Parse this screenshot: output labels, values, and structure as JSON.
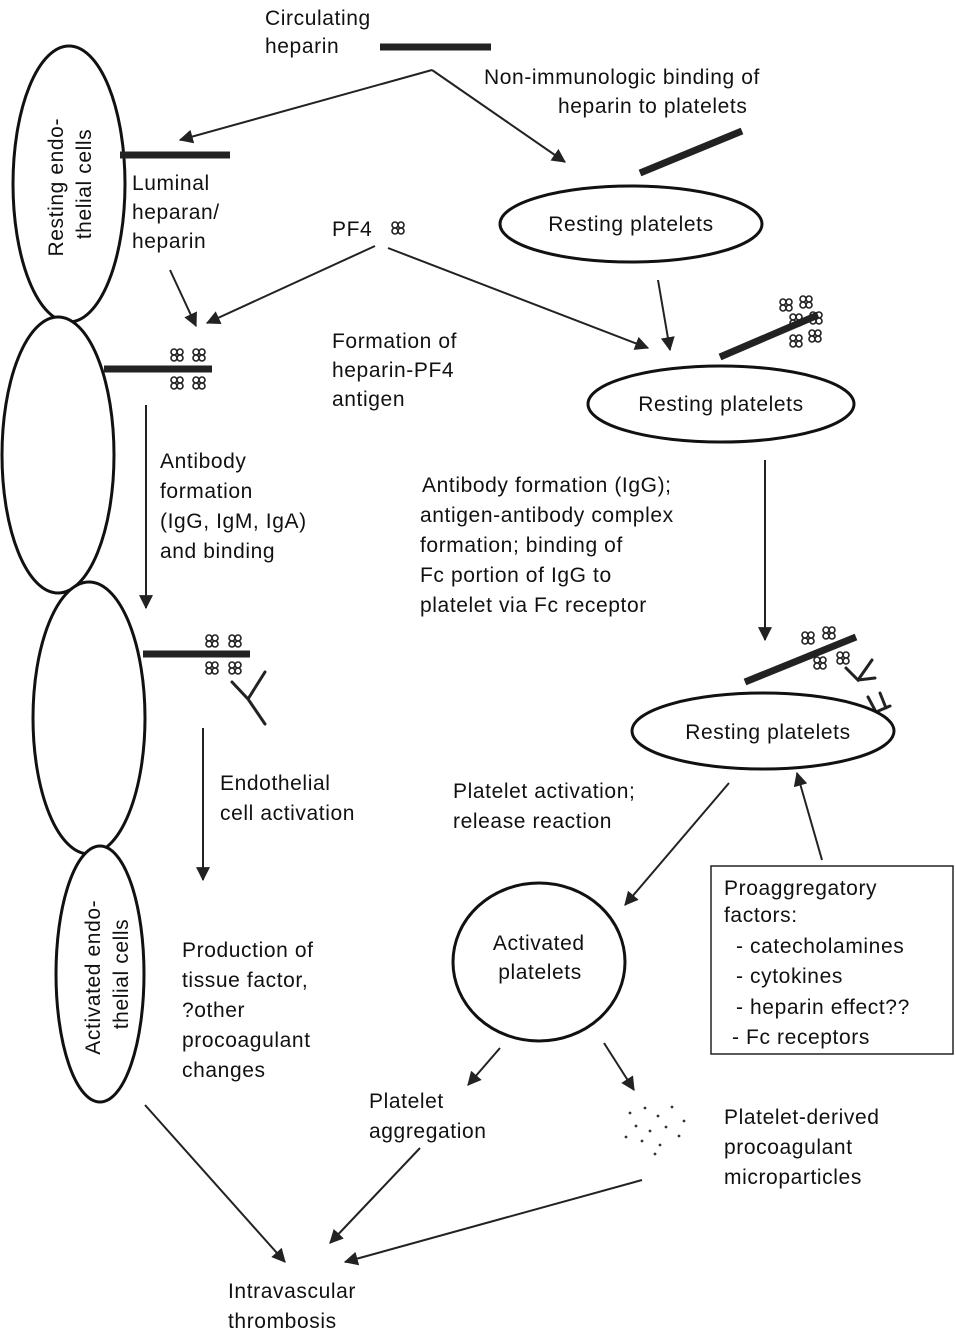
{
  "labels": {
    "circulating_heparin": [
      "Circulating",
      "heparin"
    ],
    "non_immunologic_binding": [
      "Non-immunologic binding of",
      "heparin to platelets"
    ],
    "resting_endothelial_cells": [
      "Resting endo-",
      "thelial cells"
    ],
    "luminal_heparan": [
      "Luminal",
      "heparan/",
      "heparin"
    ],
    "pf4": "PF4",
    "resting_platelets": "Resting platelets",
    "formation_heparin_pf4": [
      "Formation of",
      "heparin-PF4",
      "antigen"
    ],
    "antibody_formation_endo": [
      "Antibody",
      "formation",
      "(IgG, IgM, IgA)",
      "and binding"
    ],
    "antibody_formation_platelet": [
      "Antibody formation (IgG);",
      "antigen-antibody complex",
      "formation; binding of",
      "Fc portion of IgG to",
      "platelet via Fc receptor"
    ],
    "endothelial_activation": [
      "Endothelial",
      "cell activation"
    ],
    "platelet_activation": [
      "Platelet activation;",
      "release reaction"
    ],
    "activated_endothelial_cells": [
      "Activated endo-",
      "thelial cells"
    ],
    "production_tissue_factor": [
      "Production of",
      "tissue factor,",
      "?other",
      "procoagulant",
      "changes"
    ],
    "activated_platelets": [
      "Activated",
      "platelets"
    ],
    "proaggregatory_factors": [
      "Proaggregatory",
      "factors:",
      "- catecholamines",
      "- cytokines",
      "- heparin effect??",
      "- Fc receptors"
    ],
    "platelet_aggregation": [
      "Platelet",
      "aggregation"
    ],
    "microparticles": [
      "Platelet-derived",
      "procoagulant",
      "microparticles"
    ],
    "intravascular_thrombosis": [
      "Intravascular",
      "thrombosis"
    ]
  },
  "colors": {
    "ink": "#111111",
    "background": "#ffffff"
  }
}
